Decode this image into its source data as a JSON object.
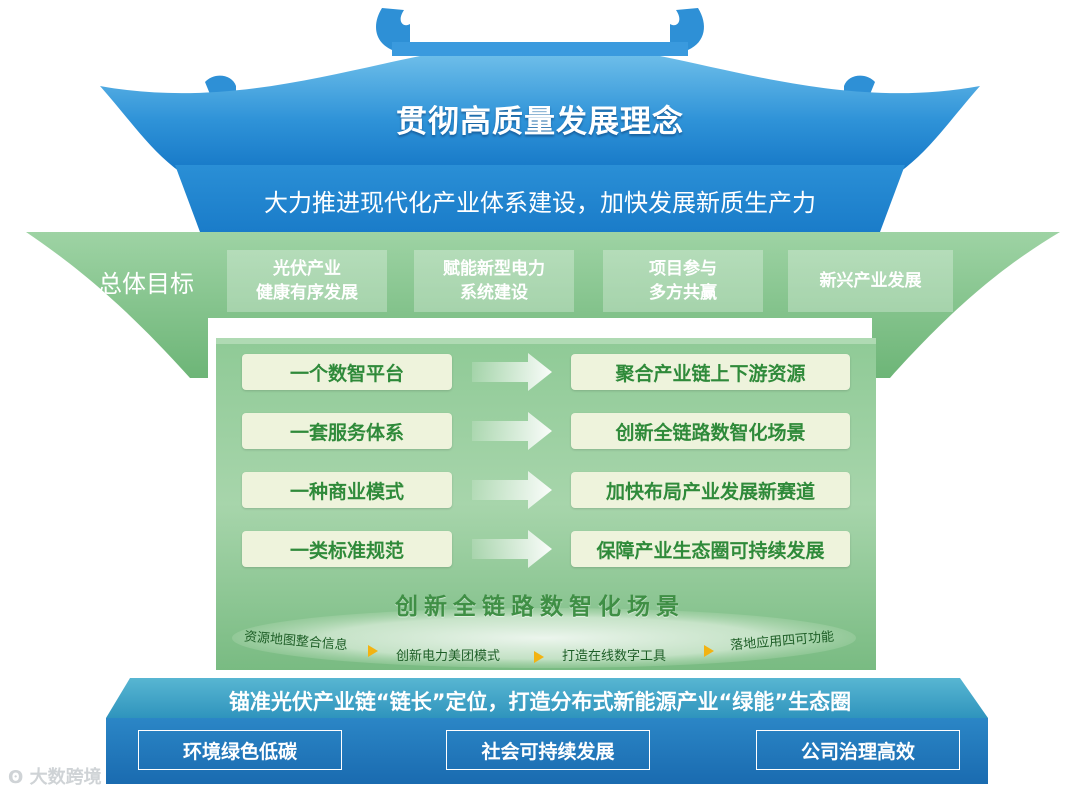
{
  "roof": {
    "title": "贯彻高质量发展理念",
    "subtitle": "大力推进现代化产业体系建设，加快发展新质生产力"
  },
  "goals": {
    "label": "总体目标",
    "items": [
      "光伏产业\n健康有序发展",
      "赋能新型电力\n系统建设",
      "项目参与\n多方共赢",
      "新兴产业发展"
    ]
  },
  "pillars": {
    "left": [
      "一个数智平台",
      "一套服务体系",
      "一种商业模式",
      "一类标准规范"
    ],
    "right": [
      "聚合产业链上下游资源",
      "创新全链路数智化场景",
      "加快布局产业发展新赛道",
      "保障产业生态圈可持续发展"
    ]
  },
  "scenario": {
    "title": "创新全链路数智化场景",
    "steps": [
      "资源地图整合信息",
      "创新电力美团模式",
      "打造在线数字工具",
      "落地应用四可功能"
    ]
  },
  "base": {
    "title": "锚准光伏产业链“链长”定位，打造分布式新能源产业“绿能”生态圈",
    "items": [
      "环境绿色低碳",
      "社会可持续发展",
      "公司治理高效"
    ]
  },
  "watermark": "大数跨境",
  "colors": {
    "roof_blue": "#2a8fd6",
    "goal_green": "#7cbf86",
    "panel_green": "#6fb879",
    "pill_text": "#2f8a3a",
    "base_teal": "#3fa3c4",
    "base_blue": "#1f74b8"
  }
}
